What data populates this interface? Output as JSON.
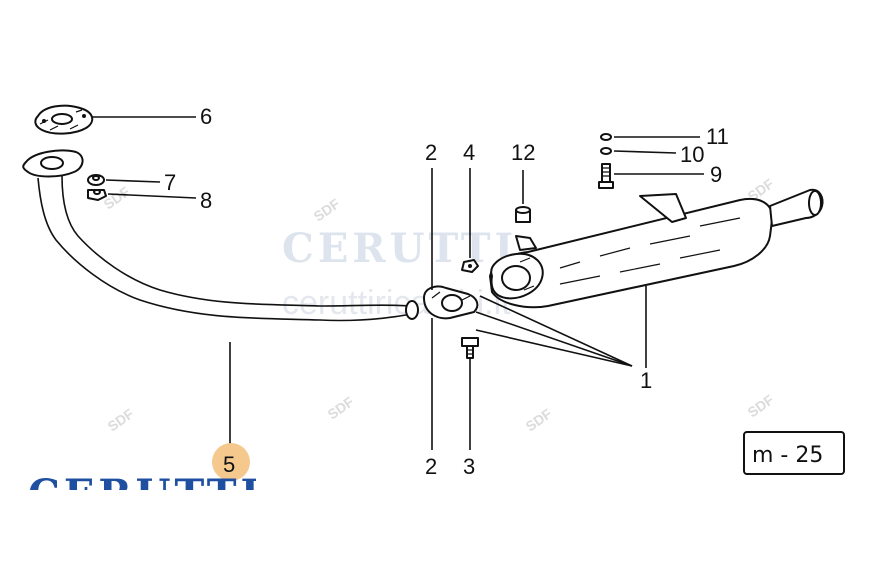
{
  "diagram": {
    "plate_code": "m - 25",
    "watermark": {
      "brand": "CERUTTI",
      "url": "ceruttiricambi.it",
      "logo_text": "SDF"
    },
    "callouts": {
      "c1": "1",
      "c2a": "2",
      "c2b": "2",
      "c3": "3",
      "c4": "4",
      "c5": "5",
      "c6": "6",
      "c7": "7",
      "c8": "8",
      "c9": "9",
      "c10": "10",
      "c11": "11",
      "c12": "12"
    },
    "colors": {
      "ink": "#111111",
      "highlight_badge": "#f5c98e",
      "watermark_blue": "#1f4fa0"
    }
  }
}
